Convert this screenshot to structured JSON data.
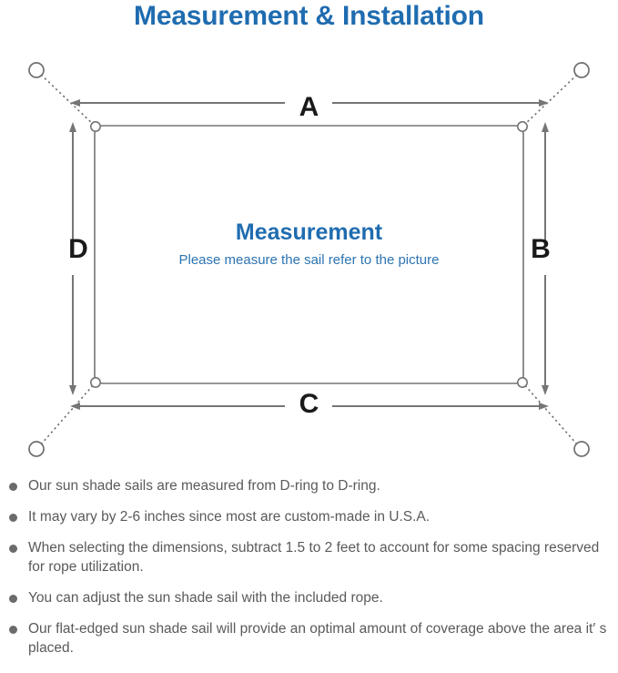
{
  "page": {
    "title": "Measurement & Installation",
    "title_color": "#1f6cb0",
    "background": "#ffffff"
  },
  "diagram": {
    "name": "sun-shade-sail-measurement-diagram",
    "sail_label_title": "Measurement",
    "sail_label_subtitle": "Please measure the sail refer to the picture",
    "sail_label_title_color": "#1f6cb0",
    "sail_label_subtitle_color": "#2c74b3",
    "line_color": "#757575",
    "dimension_labels": {
      "top": "A",
      "right": "B",
      "bottom": "C",
      "left": "D"
    },
    "anchors": [
      {
        "name": "anchor-post-top-left",
        "position": "top-left"
      },
      {
        "name": "anchor-post-top-right",
        "position": "top-right"
      },
      {
        "name": "anchor-post-bottom-left",
        "position": "bottom-left"
      },
      {
        "name": "anchor-post-bottom-right",
        "position": "bottom-right"
      }
    ],
    "d_rings": [
      {
        "name": "d-ring-top-left",
        "position": "top-left"
      },
      {
        "name": "d-ring-top-right",
        "position": "top-right"
      },
      {
        "name": "d-ring-bottom-left",
        "position": "bottom-left"
      },
      {
        "name": "d-ring-bottom-right",
        "position": "bottom-right"
      }
    ]
  },
  "notes": [
    "Our sun shade sails are measured from D-ring to D-ring.",
    "It may vary by 2-6 inches since most are custom-made in U.S.A.",
    "When selecting the dimensions, subtract 1.5 to 2 feet to account for some spacing reserved for rope utilization.",
    "You can adjust the sun shade sail with the included rope.",
    "Our flat-edged sun shade sail will provide an optimal amount of coverage above the area it′ s placed."
  ]
}
